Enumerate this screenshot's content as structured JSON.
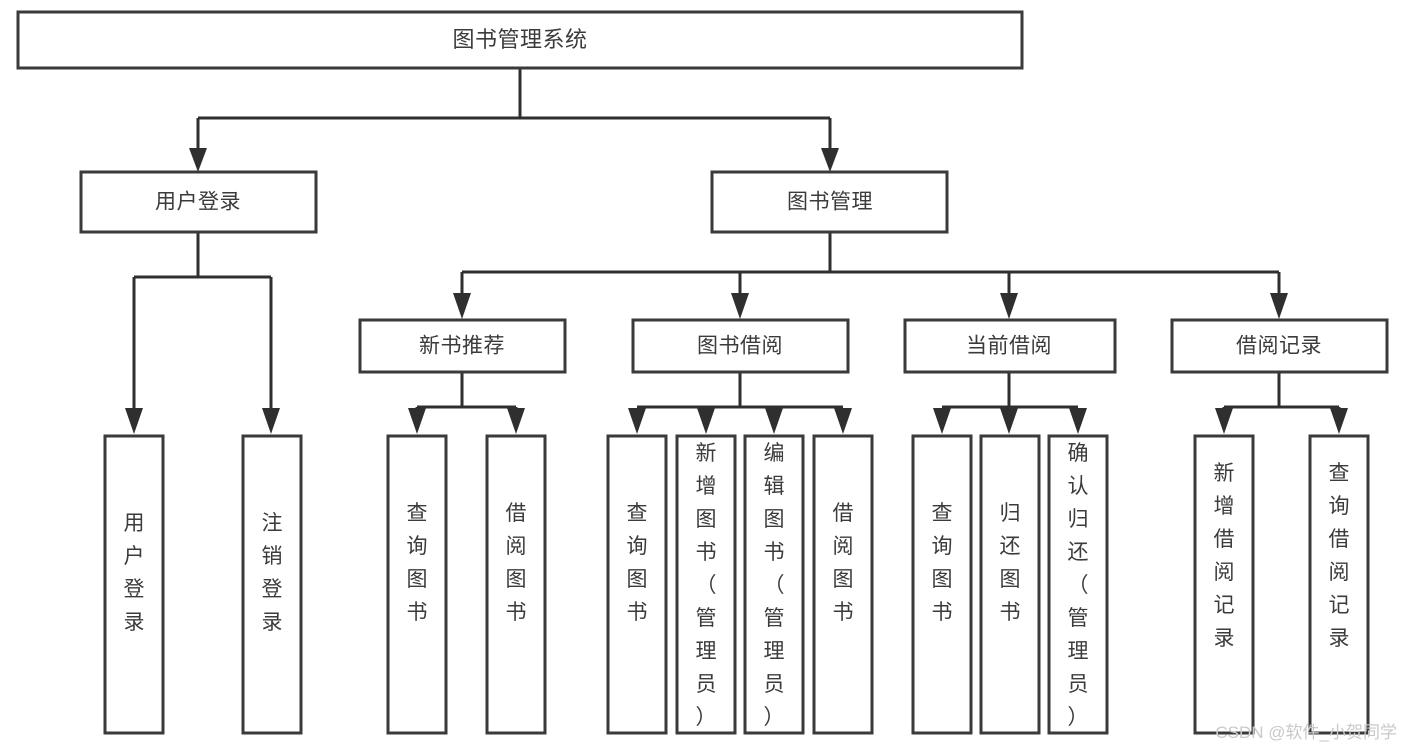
{
  "diagram": {
    "type": "tree-hierarchy",
    "title": "图书管理系统",
    "watermark": "CSDN @软件_小贺同学",
    "colors": {
      "background": "#ffffff",
      "box_stroke": "#3a3a3a",
      "box_fill": "#ffffff",
      "text": "#3b3b3b",
      "connector": "#2f2f2f",
      "watermark": "#c9c9c9"
    },
    "levels": {
      "root": {
        "label": "图书管理系统"
      },
      "level2": [
        {
          "id": "user-login",
          "label": "用户登录"
        },
        {
          "id": "book-management",
          "label": "图书管理"
        }
      ],
      "level3": [
        {
          "id": "new-book-recommend",
          "label": "新书推荐",
          "parent": "book-management"
        },
        {
          "id": "book-borrow",
          "label": "图书借阅",
          "parent": "book-management"
        },
        {
          "id": "current-borrow",
          "label": "当前借阅",
          "parent": "book-management"
        },
        {
          "id": "borrow-record",
          "label": "借阅记录",
          "parent": "book-management"
        }
      ],
      "leaves": [
        {
          "id": "leaf-user-login",
          "label": "用户登录",
          "parent": "user-login"
        },
        {
          "id": "leaf-logout-login",
          "label": "注销登录",
          "parent": "user-login"
        },
        {
          "id": "leaf-query-book-1",
          "label": "查询图书",
          "parent": "new-book-recommend"
        },
        {
          "id": "leaf-borrow-book-1",
          "label": "借阅图书",
          "parent": "new-book-recommend"
        },
        {
          "id": "leaf-query-book-2",
          "label": "查询图书",
          "parent": "book-borrow"
        },
        {
          "id": "leaf-add-book",
          "label": "新增图书（管理员）",
          "parent": "book-borrow"
        },
        {
          "id": "leaf-edit-book",
          "label": "编辑图书（管理员）",
          "parent": "book-borrow"
        },
        {
          "id": "leaf-borrow-book-2",
          "label": "借阅图书",
          "parent": "book-borrow"
        },
        {
          "id": "leaf-query-book-3",
          "label": "查询图书",
          "parent": "current-borrow"
        },
        {
          "id": "leaf-return-book",
          "label": "归还图书",
          "parent": "current-borrow"
        },
        {
          "id": "leaf-confirm-return",
          "label": "确认归还（管理员）",
          "parent": "current-borrow"
        },
        {
          "id": "leaf-add-record",
          "label": "新增借阅记录",
          "parent": "borrow-record"
        },
        {
          "id": "leaf-query-record",
          "label": "查询借阅记录",
          "parent": "borrow-record"
        }
      ]
    }
  }
}
